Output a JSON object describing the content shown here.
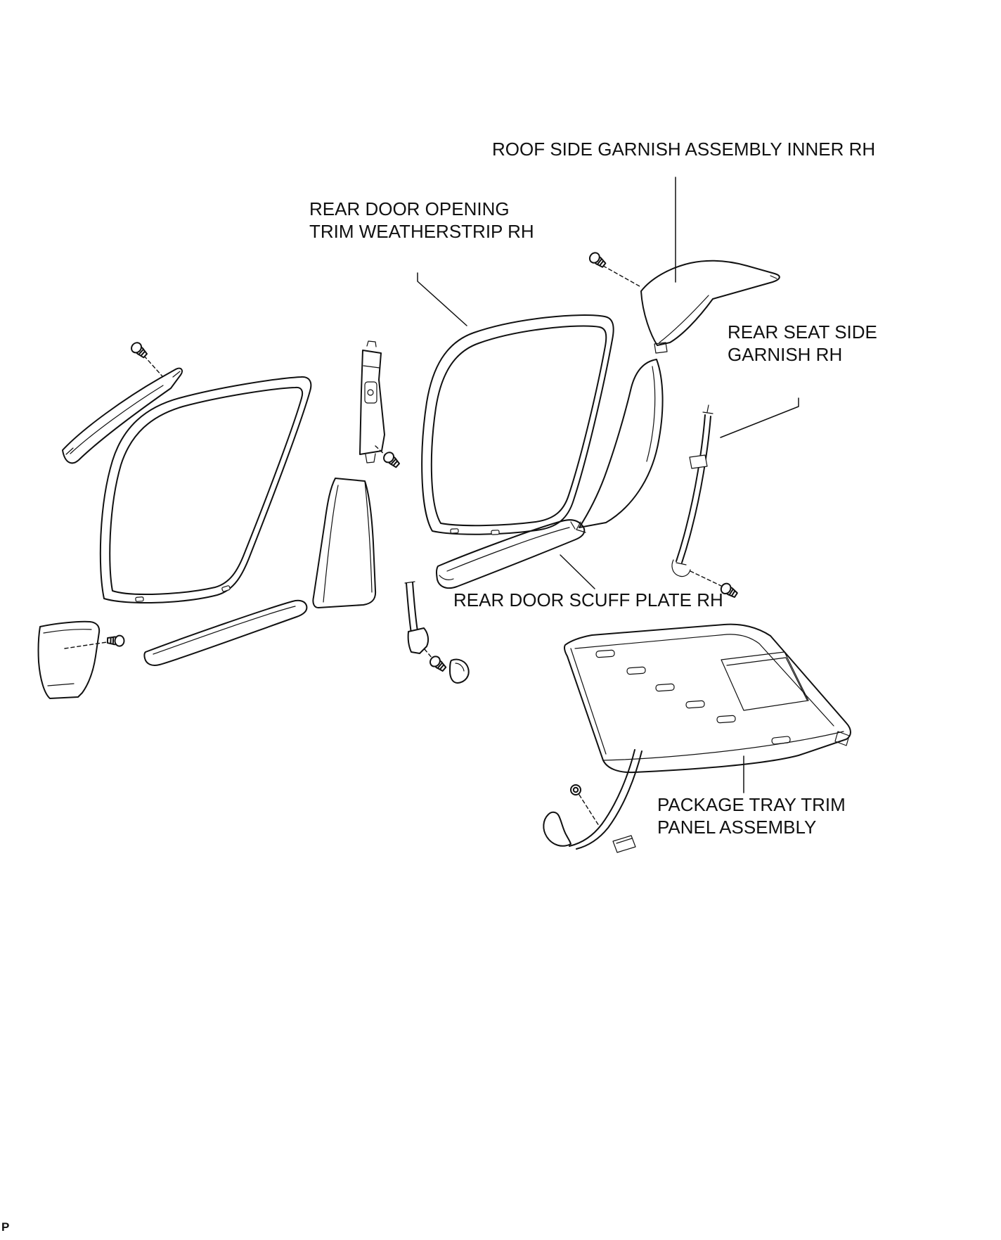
{
  "page": {
    "background": "#ffffff",
    "line_color": "#111111",
    "corner_mark": "P"
  },
  "callouts": {
    "roof_side_garnish": {
      "line1": "ROOF SIDE GARNISH ASSEMBLY INNER RH"
    },
    "rear_door_weatherstrip": {
      "line1": "REAR DOOR OPENING",
      "line2": "TRIM WEATHERSTRIP RH"
    },
    "rear_seat_side_garnish": {
      "line1": "REAR SEAT SIDE",
      "line2": "GARNISH RH"
    },
    "rear_door_scuff_plate": {
      "line1": "REAR DOOR SCUFF PLATE RH"
    },
    "package_tray": {
      "line1": "PACKAGE TRAY TRIM",
      "line2": "PANEL ASSEMBLY"
    }
  }
}
